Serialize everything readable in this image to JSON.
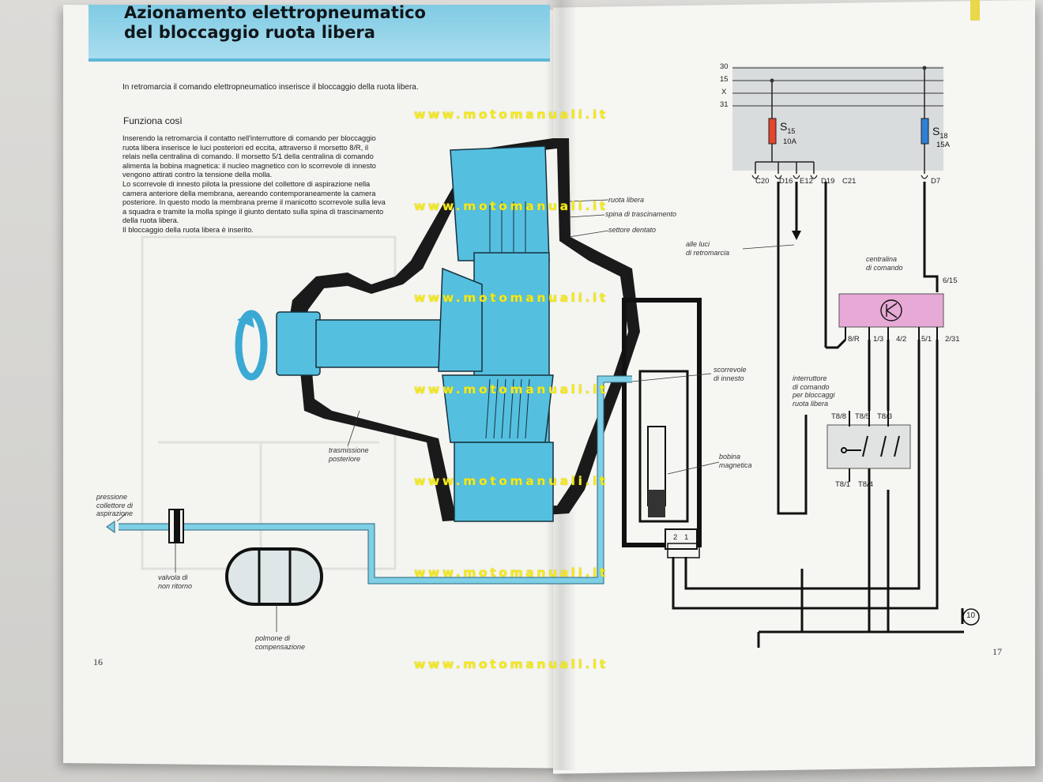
{
  "title_lines": [
    "Azionamento elettropneumatico",
    "del bloccaggio ruota libera"
  ],
  "intro": "In retromarcia il comando elettropneumatico inserisce il bloccaggio della ruota libera.",
  "subheading": "Funziona così",
  "body_lines": [
    "Inserendo la retromarcia il contatto nell'interruttore di comando per bloccaggio",
    "ruota libera inserisce le luci posteriori ed eccita, attraverso il morsetto 8/R, il",
    "relais nella centralina di comando. Il morsetto 5/1 della centralina di comando",
    "alimenta la bobina magnetica: il nucleo magnetico con lo scorrevole di innesto",
    "vengono attirati contro la tensione della molla.",
    "Lo scorrevole di innesto pilota la pressione del collettore di aspirazione nella",
    "camera anteriore della membrana, aereando contemporaneamente la camera",
    "posteriore. In questo modo la membrana preme il manicotto scorrevole sulla leva",
    "a squadra e tramite la molla spinge il giunto dentato sulla spina di trascinamento",
    "della ruota libera.",
    "Il bloccaggio della ruota libera è inserito."
  ],
  "watermark": "www.motomanuali.it",
  "page_left": "16",
  "page_right": "17",
  "labels": {
    "ruota_libera": "ruota libera",
    "spina": "spina di trascinamento",
    "settore": "settore dentato",
    "scorrevole": [
      "scorrevole",
      "di innesto"
    ],
    "bobina": [
      "bobina",
      "magnetica"
    ],
    "trasmissione": [
      "trasmissione",
      "posteriore"
    ],
    "pressione": [
      "pressione",
      "collettore di",
      "aspirazione"
    ],
    "valvola": [
      "valvola di",
      "non ritorno"
    ],
    "polmone": [
      "polmone di",
      "compensazione"
    ],
    "alle_luci": [
      "alle luci",
      "di retromarcia"
    ],
    "centralina": [
      "centralina",
      "di comando"
    ],
    "interruttore": [
      "interruttore",
      "di comando",
      "per bloccaggi",
      "ruota libera"
    ]
  },
  "wires": {
    "lines": [
      "30",
      "15",
      "X",
      "31"
    ],
    "connectors": [
      "C20",
      "D16",
      "E12",
      "D19",
      "C21",
      "D7"
    ],
    "fuse1": {
      "name": "S",
      "sub": "15",
      "amp": "10A"
    },
    "fuse2": {
      "name": "S",
      "sub": "18",
      "amp": "15A"
    },
    "ecu_pins": [
      "8/R",
      "1/3",
      "4/2",
      "5/1",
      "2/31"
    ],
    "ecu_top": "6/15",
    "switch_top": [
      "T8/8",
      "T8/5",
      "T8/3"
    ],
    "switch_bottom": [
      "T8/1",
      "T8/4"
    ],
    "plug": [
      "2",
      "1"
    ],
    "ground": "10"
  },
  "colors": {
    "cutaway_blue": "#55bfe0",
    "title_band": "#8fd2e8",
    "ecu_pink": "#e7a9d6",
    "fuse_red": "#e3452d",
    "fuse_blue": "#2f7fd6",
    "watermark_yellow": "#f4ea1a"
  }
}
